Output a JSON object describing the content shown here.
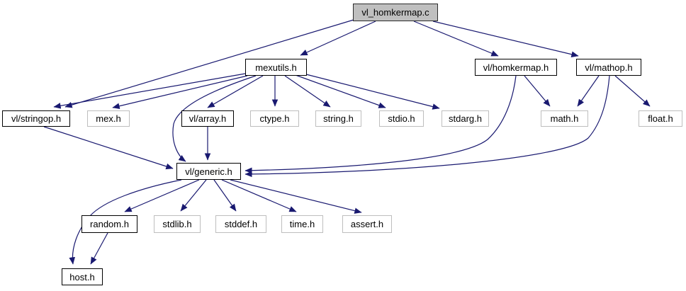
{
  "diagram": {
    "kind": "include-dependency-graph",
    "edge_color": "#191970",
    "root_fill": "#bfbfbf",
    "documented_border_color": "#000000",
    "external_border_color": "#bebebe",
    "nodes": [
      {
        "label": "vl_homkermap.c",
        "role": "root"
      },
      {
        "label": "mexutils.h",
        "role": "documented"
      },
      {
        "label": "vl/homkermap.h",
        "role": "documented"
      },
      {
        "label": "vl/mathop.h",
        "role": "documented"
      },
      {
        "label": "vl/stringop.h",
        "role": "documented"
      },
      {
        "label": "mex.h",
        "role": "external"
      },
      {
        "label": "vl/array.h",
        "role": "documented"
      },
      {
        "label": "ctype.h",
        "role": "external"
      },
      {
        "label": "string.h",
        "role": "external"
      },
      {
        "label": "stdio.h",
        "role": "external"
      },
      {
        "label": "stdarg.h",
        "role": "external"
      },
      {
        "label": "math.h",
        "role": "external"
      },
      {
        "label": "float.h",
        "role": "external"
      },
      {
        "label": "vl/generic.h",
        "role": "documented"
      },
      {
        "label": "random.h",
        "role": "documented"
      },
      {
        "label": "stdlib.h",
        "role": "external"
      },
      {
        "label": "stddef.h",
        "role": "external"
      },
      {
        "label": "time.h",
        "role": "external"
      },
      {
        "label": "assert.h",
        "role": "external"
      },
      {
        "label": "host.h",
        "role": "documented"
      }
    ],
    "edges": [
      {
        "from": "vl_homkermap.c",
        "to": "mexutils.h"
      },
      {
        "from": "vl_homkermap.c",
        "to": "vl/stringop.h"
      },
      {
        "from": "vl_homkermap.c",
        "to": "vl/homkermap.h"
      },
      {
        "from": "vl_homkermap.c",
        "to": "vl/mathop.h"
      },
      {
        "from": "mexutils.h",
        "to": "vl/stringop.h"
      },
      {
        "from": "mexutils.h",
        "to": "mex.h"
      },
      {
        "from": "mexutils.h",
        "to": "vl/generic.h"
      },
      {
        "from": "mexutils.h",
        "to": "vl/array.h"
      },
      {
        "from": "mexutils.h",
        "to": "ctype.h"
      },
      {
        "from": "mexutils.h",
        "to": "string.h"
      },
      {
        "from": "mexutils.h",
        "to": "stdio.h"
      },
      {
        "from": "mexutils.h",
        "to": "stdarg.h"
      },
      {
        "from": "vl/stringop.h",
        "to": "vl/generic.h"
      },
      {
        "from": "vl/array.h",
        "to": "vl/generic.h"
      },
      {
        "from": "vl/homkermap.h",
        "to": "math.h"
      },
      {
        "from": "vl/homkermap.h",
        "to": "vl/generic.h"
      },
      {
        "from": "vl/mathop.h",
        "to": "math.h"
      },
      {
        "from": "vl/mathop.h",
        "to": "vl/generic.h"
      },
      {
        "from": "vl/mathop.h",
        "to": "float.h"
      },
      {
        "from": "vl/generic.h",
        "to": "random.h"
      },
      {
        "from": "vl/generic.h",
        "to": "stdlib.h"
      },
      {
        "from": "vl/generic.h",
        "to": "stddef.h"
      },
      {
        "from": "vl/generic.h",
        "to": "time.h"
      },
      {
        "from": "vl/generic.h",
        "to": "assert.h"
      },
      {
        "from": "vl/generic.h",
        "to": "host.h"
      },
      {
        "from": "random.h",
        "to": "host.h"
      }
    ]
  }
}
